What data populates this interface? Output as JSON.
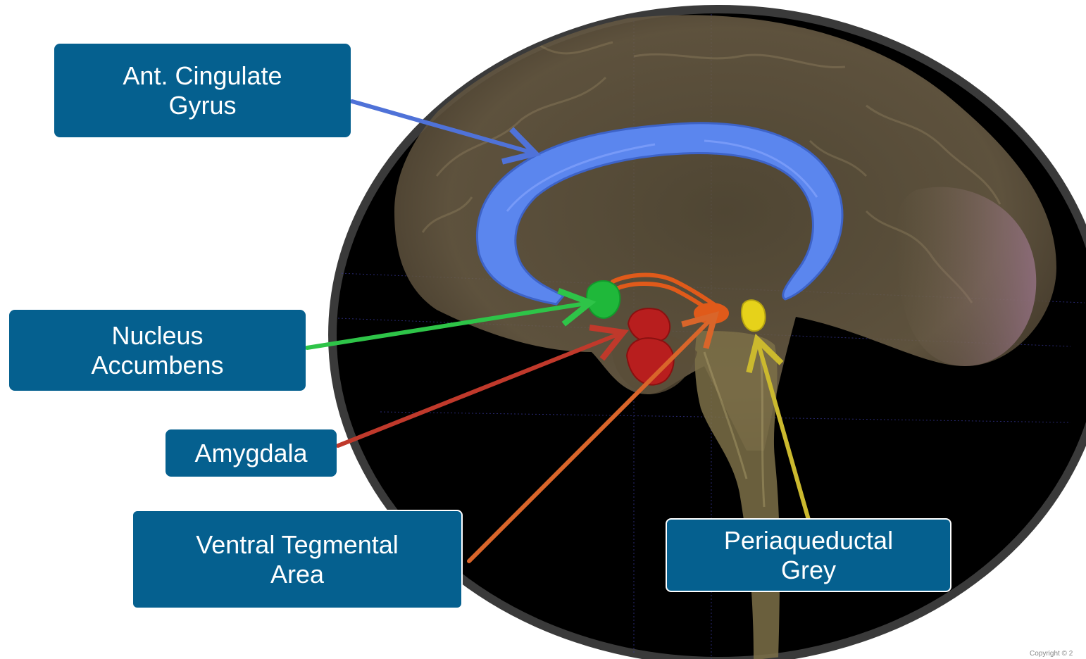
{
  "labels": {
    "anterior_cingulate": {
      "line1": "Ant. Cingulate",
      "line2": "Gyrus",
      "arrow_color": "#4f72d8",
      "region_color": "#5b86ee"
    },
    "nucleus_accumbens": {
      "line1": "Nucleus",
      "line2": "Accumbens",
      "arrow_color": "#2ec448",
      "region_color": "#1fb83a"
    },
    "amygdala": {
      "line1": "Amygdala",
      "arrow_color": "#c0392b",
      "region_color": "#b81e1e"
    },
    "ventral_tegmental_area": {
      "line1": "Ventral Tegmental",
      "line2": "Area",
      "arrow_color": "#d9652a",
      "region_color": "#e05a1a"
    },
    "periaqueductal_grey": {
      "line1": "Periaqueductal",
      "line2": "Grey",
      "arrow_color": "#cbb92e",
      "region_color": "#e6d21a"
    }
  },
  "colors": {
    "label_box": "#05608f",
    "label_text": "#ffffff",
    "viewport_bg": "#000000",
    "viewport_rim": "#3a3a3a",
    "brain_tissue": "#8b7a55"
  },
  "footer": {
    "copyright": "Copyright © 2"
  }
}
